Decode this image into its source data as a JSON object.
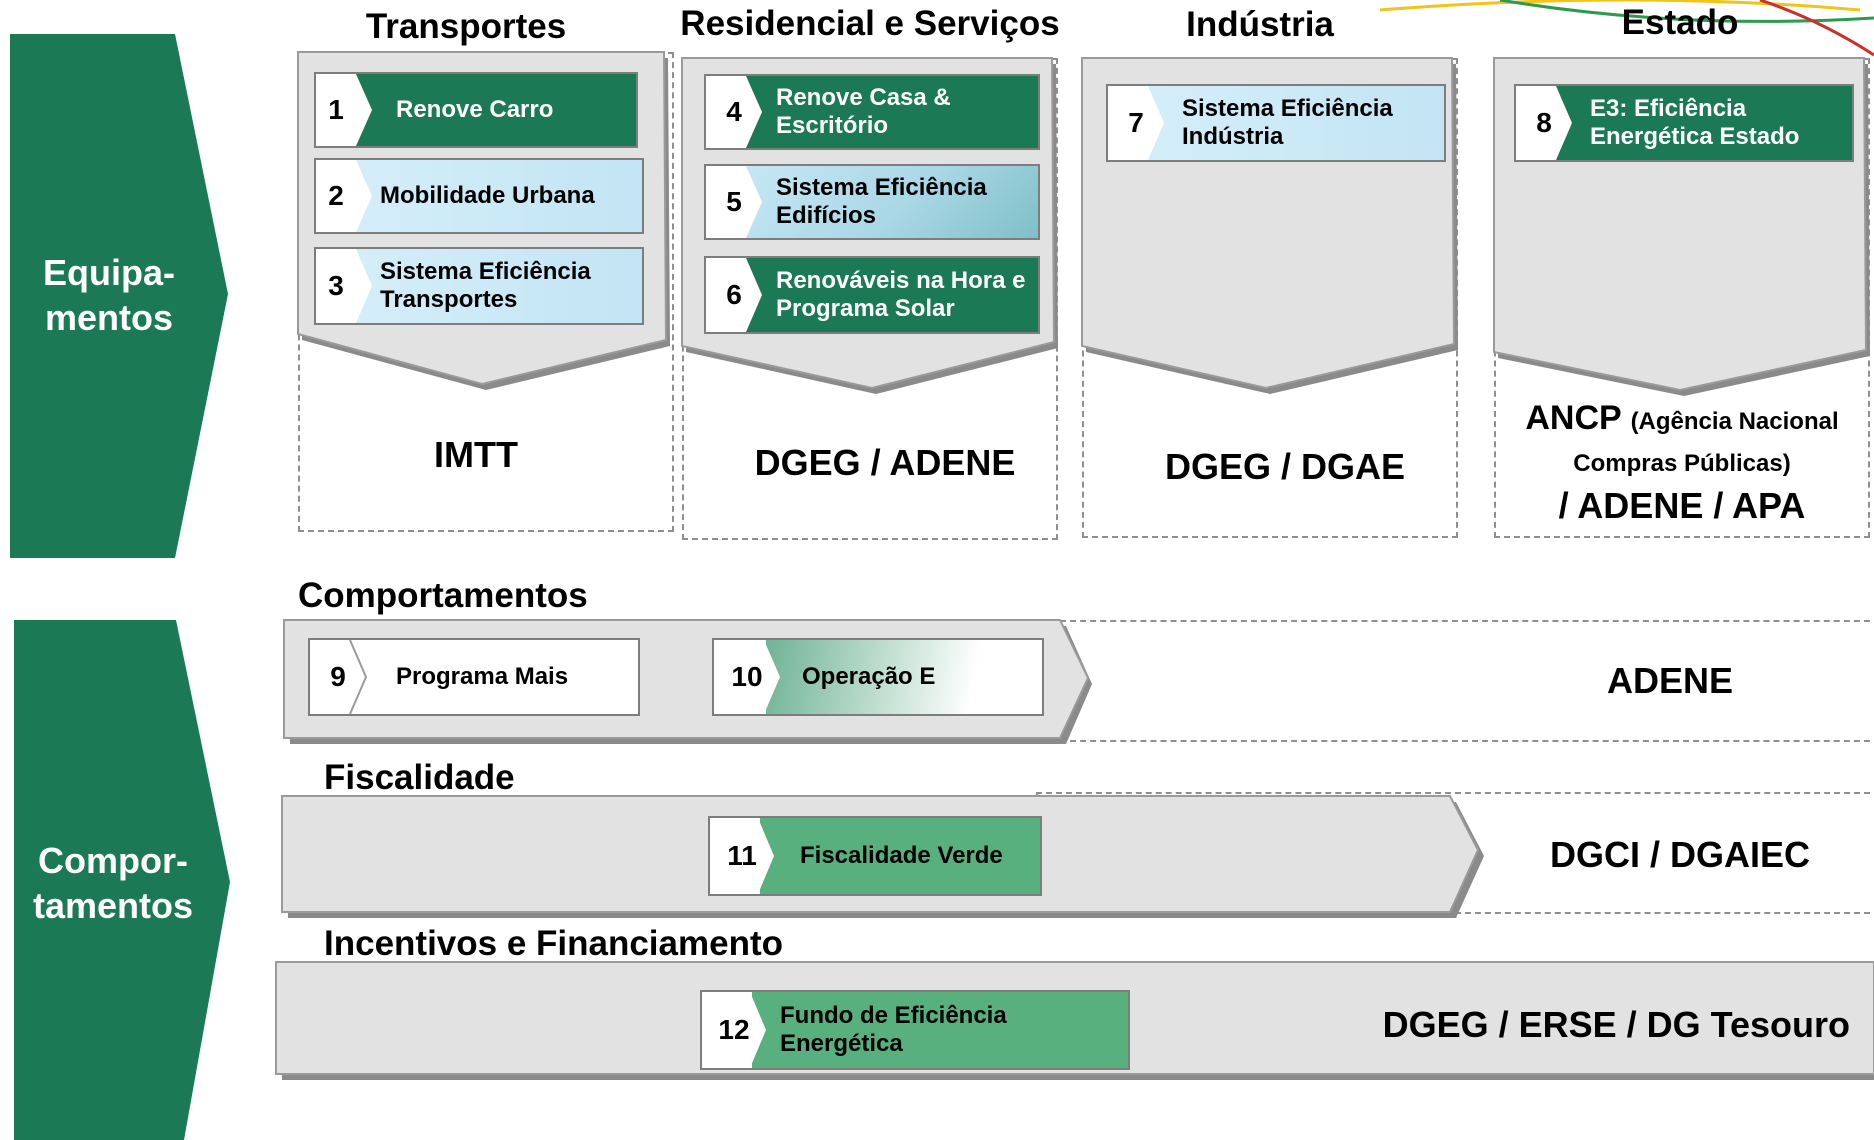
{
  "side_labels": {
    "equipamentos": [
      "Equipa-",
      "mentos"
    ],
    "comportamentos": [
      "Compor-",
      "tamentos"
    ]
  },
  "columns": [
    {
      "title": "Transportes",
      "agency": "IMTT"
    },
    {
      "title": "Residencial e Serviços",
      "agency": "DGEG / ADENE"
    },
    {
      "title": "Indústria",
      "agency": "DGEG / DGAE"
    },
    {
      "title": "Estado",
      "agency_line1_main": "ANCP",
      "agency_line1_small": "(Agência Nacional",
      "agency_line2": "Compras Públicas)",
      "agency_line3": "/ ADENE / APA"
    }
  ],
  "programs": [
    {
      "num": "1",
      "label": "Renove Carro"
    },
    {
      "num": "2",
      "label": "Mobilidade Urbana"
    },
    {
      "num": "3",
      "label": "Sistema  Eficiência Transportes"
    },
    {
      "num": "4",
      "label": "Renove Casa & Escritório"
    },
    {
      "num": "5",
      "label": "Sistema Eficiência Edifícios"
    },
    {
      "num": "6",
      "label": "Renováveis na Hora e Programa Solar"
    },
    {
      "num": "7",
      "label": "Sistema Eficiência Indústria"
    },
    {
      "num": "8",
      "label": "E3: Eficiência Energética Estado"
    },
    {
      "num": "9",
      "label": "Programa Mais"
    },
    {
      "num": "10",
      "label": "Operação E"
    },
    {
      "num": "11",
      "label": "Fiscalidade Verde"
    },
    {
      "num": "12",
      "label": "Fundo de Eficiência Energética"
    }
  ],
  "rows": [
    {
      "title": "Comportamentos",
      "agency": "ADENE"
    },
    {
      "title": "Fiscalidade",
      "agency": "DGCI / DGAIEC"
    },
    {
      "title": "Incentivos e Financiamento",
      "agency": "DGEG / ERSE / DG Tesouro"
    }
  ],
  "colors": {
    "dark_green": "#1b7a55",
    "mid_green": "#58b07f",
    "light_blue": "#d4eef9",
    "panel_grey": "#e2e2e2"
  }
}
